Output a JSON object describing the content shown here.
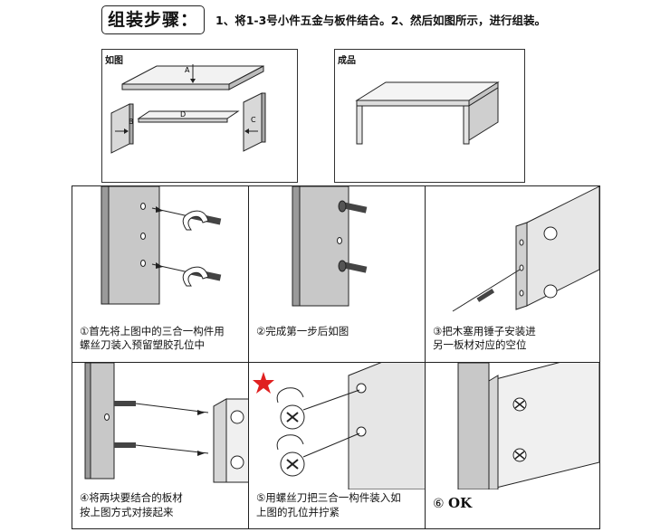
{
  "header": {
    "title": "组装步骤：",
    "instruction": "1、将1-3号小件五金与板件结合。2、然后如图所示，进行组装。"
  },
  "diagram_panel": {
    "label": "如图",
    "part_labels": {
      "a": "A",
      "b": "B",
      "c": "C",
      "d": "D"
    }
  },
  "product_panel": {
    "label": "成品"
  },
  "steps": [
    {
      "caption_line1": "①首先将上图中的三合一构件用",
      "caption_line2": "螺丝刀装入预留塑胶孔位中"
    },
    {
      "caption_line1": "②完成第一步后如图",
      "caption_line2": ""
    },
    {
      "caption_line1": "③把木塞用锤子安装进",
      "caption_line2": "另一板材对应的空位"
    },
    {
      "caption_line1": "④将两块要结合的板材",
      "caption_line2": "按上图方式对接起来"
    },
    {
      "caption_line1": "⑤用螺丝刀把三合一构件装入如",
      "caption_line2": "上图的孔位并拧紧"
    },
    {
      "caption_line1": "⑥",
      "caption_line2": "OK"
    }
  ],
  "colors": {
    "panel_gray": "#c8c8c8",
    "board_light": "#e6e6e6",
    "star": "#e02020"
  }
}
